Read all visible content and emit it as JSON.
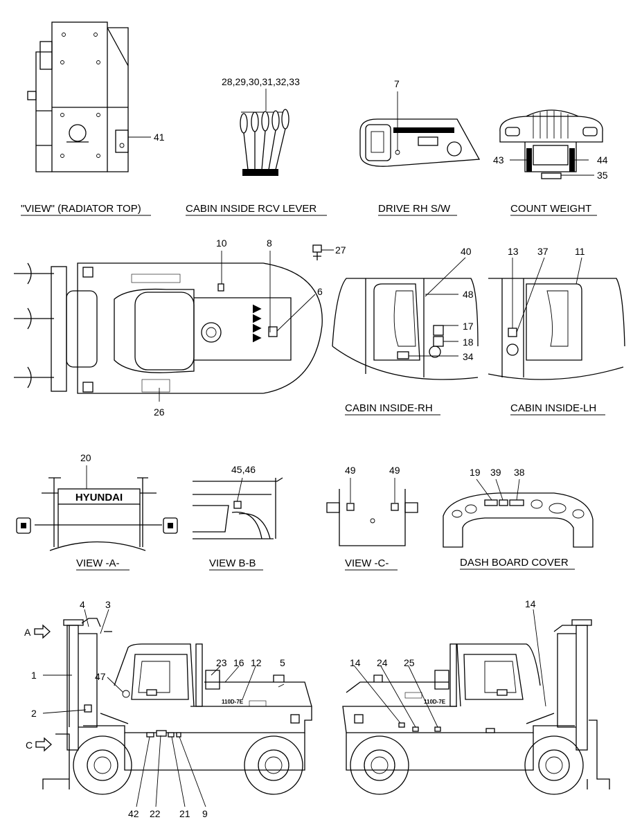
{
  "sections": {
    "radiator_top": "\"VIEW\" (RADIATOR TOP)",
    "rcv_lever": "CABIN INSIDE RCV LEVER",
    "drive_rh_sw": "DRIVE RH S/W",
    "count_weight": "COUNT WEIGHT",
    "cabin_inside_rh": "CABIN INSIDE-RH",
    "cabin_inside_lh": "CABIN INSIDE-LH",
    "view_a": "VIEW -A-",
    "view_bb": "VIEW B-B",
    "view_c": "VIEW -C-",
    "dash_board_cover": "DASH BOARD COVER"
  },
  "callouts": {
    "c41": "41",
    "c28_33": "28,29,30,31,32,33",
    "c7": "7",
    "c43": "43",
    "c44": "44",
    "c35": "35",
    "c10": "10",
    "c8": "8",
    "c27": "27",
    "c6": "6",
    "c26": "26",
    "c40": "40",
    "c48": "48",
    "c17": "17",
    "c18": "18",
    "c34": "34",
    "c13": "13",
    "c37": "37",
    "c11": "11",
    "c20": "20",
    "c45_46": "45,46",
    "c49a": "49",
    "c49b": "49",
    "c19": "19",
    "c39": "39",
    "c38": "38",
    "c4": "4",
    "c3": "3",
    "c1": "1",
    "c47": "47",
    "c2": "2",
    "c23": "23",
    "c16": "16",
    "c12": "12",
    "c5": "5",
    "c14a": "14",
    "c24": "24",
    "c25": "25",
    "c14b": "14",
    "c42": "42",
    "c22": "22",
    "c21": "21",
    "c9": "9"
  },
  "view_arrows": {
    "a": "A",
    "c": "C"
  },
  "labels": {
    "hyundai": "HYUNDAI",
    "model_left": "110D-7E",
    "model_right": "110D-7E"
  }
}
